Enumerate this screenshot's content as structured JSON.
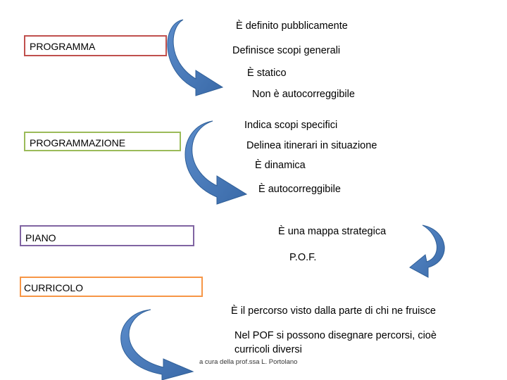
{
  "boxes": {
    "programma": {
      "label": "PROGRAMMA",
      "border_color": "#c0504d"
    },
    "programmazione": {
      "label": "PROGRAMMAZIONE",
      "border_color": "#9bbb59"
    },
    "piano": {
      "label": "PIANO",
      "border_color": "#8064a2"
    },
    "curricolo": {
      "label": "CURRICOLO",
      "border_color": "#f79646"
    }
  },
  "programma_items": [
    "È definito pubblicamente",
    "Definisce scopi generali",
    "È statico",
    "Non è autocorreggibile"
  ],
  "programmazione_items": [
    "Indica scopi specifici",
    "Delinea itinerari in situazione",
    "È dinamica",
    "È autocorreggibile"
  ],
  "piano_items": [
    "È una mappa strategica",
    "P.O.F."
  ],
  "curricolo_items": [
    "È il percorso visto dalla parte di chi ne fruisce",
    "Nel POF si possono disegnare percorsi, cioè",
    "curricoli diversi"
  ],
  "footer": "a cura della prof.ssa L. Portolano",
  "arrow_color": "#4f81bd"
}
